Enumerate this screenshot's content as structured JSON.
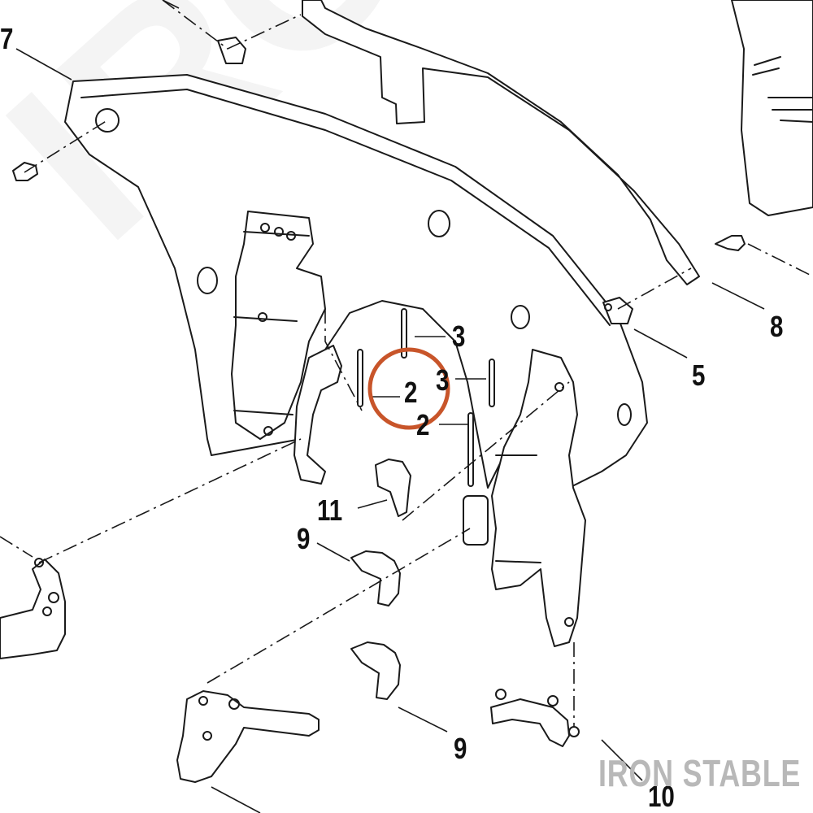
{
  "watermark": {
    "brand_text": "IRON STABLE",
    "background_text": "IRON STABLE"
  },
  "callouts": [
    {
      "id": "c7-top-left",
      "label": "7"
    },
    {
      "id": "c3-upper",
      "label": "3"
    },
    {
      "id": "c2-circled",
      "label": "2"
    },
    {
      "id": "c3-right",
      "label": "3"
    },
    {
      "id": "c2-lower",
      "label": "2"
    },
    {
      "id": "c8",
      "label": "8"
    },
    {
      "id": "c5",
      "label": "5"
    },
    {
      "id": "c11",
      "label": "11"
    },
    {
      "id": "c9-upper",
      "label": "9"
    },
    {
      "id": "c9-lower",
      "label": "9"
    },
    {
      "id": "c10",
      "label": "10"
    }
  ],
  "colors": {
    "highlight_ring": "#c8552a",
    "line_art": "#1a1a1a",
    "fill_panel": "#ffffff",
    "brand_watermark": "#b8b8b8"
  }
}
